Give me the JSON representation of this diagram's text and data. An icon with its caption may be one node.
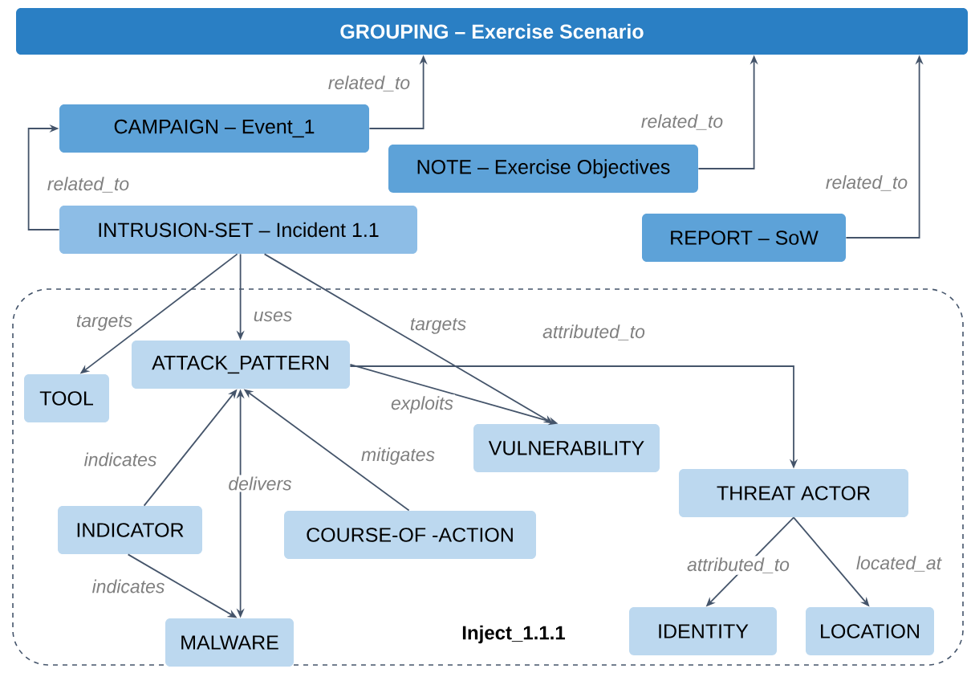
{
  "diagram": {
    "nodes": [
      {
        "text": [
          "GROUPING – Exercise Scenario"
        ]
      },
      {
        "text": [
          "CAMPAIGN – Event_1"
        ]
      },
      {
        "text": [
          "NOTE – Exercise Objectives"
        ]
      },
      {
        "text": [
          "INTRUSION-SET – Incident 1.1"
        ]
      },
      {
        "text": [
          "REPORT – SoW"
        ]
      },
      {
        "text": [
          "Inject_1.1.1"
        ]
      },
      {
        "text": [
          "TOOL"
        ],
        "in": 5
      },
      {
        "text": [
          "ATTACK_PATTERN"
        ],
        "in": 5
      },
      {
        "text": [
          "VULNERABILITY"
        ],
        "in": 5
      },
      {
        "text": [
          "INDICATOR"
        ],
        "in": 5
      },
      {
        "text": [
          "COURSE-OF -ACTION"
        ],
        "in": 5
      },
      {
        "text": [
          "THREAT ACTOR"
        ],
        "in": 5
      },
      {
        "text": [
          "MALWARE"
        ],
        "in": 5
      },
      {
        "text": [
          "IDENTITY"
        ],
        "in": 5
      },
      {
        "text": [
          "LOCATION"
        ],
        "in": 5
      }
    ],
    "edges": [
      {
        "from": 1,
        "to": 0,
        "arrow": "to",
        "label": "related_to"
      },
      {
        "from": 2,
        "to": 0,
        "arrow": "to",
        "label": "related_to"
      },
      {
        "from": 4,
        "to": 0,
        "arrow": "to",
        "label": "related_to"
      },
      {
        "from": 3,
        "to": 1,
        "arrow": "to",
        "label": "related_to"
      },
      {
        "from": 3,
        "to": 6,
        "arrow": "to",
        "label": "targets"
      },
      {
        "from": 3,
        "to": 7,
        "arrow": "to",
        "label": "uses"
      },
      {
        "from": 3,
        "to": 8,
        "arrow": "to",
        "label": "targets"
      },
      {
        "from": 7,
        "to": 8,
        "arrow": "to",
        "label": "exploits"
      },
      {
        "from": 7,
        "to": 11,
        "arrow": "to",
        "label": "attributed_to"
      },
      {
        "from": 9,
        "to": 7,
        "arrow": "to",
        "label": "indicates"
      },
      {
        "from": 12,
        "to": 7,
        "arrow": "both",
        "label": "delivers"
      },
      {
        "from": 10,
        "to": 7,
        "arrow": "to",
        "label": "mitigates"
      },
      {
        "from": 9,
        "to": 12,
        "arrow": "to",
        "label": "indicates"
      },
      {
        "from": 11,
        "to": 13,
        "arrow": "to",
        "label": "attributed_to"
      },
      {
        "from": 11,
        "to": 14,
        "arrow": "to",
        "label": "located_at"
      }
    ]
  }
}
